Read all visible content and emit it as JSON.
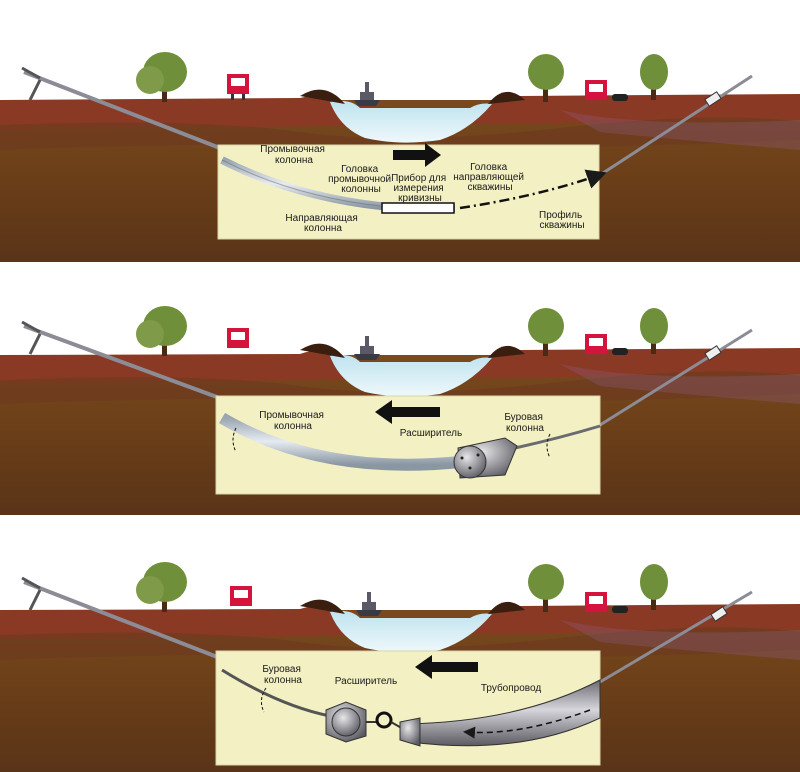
{
  "panels": [
    {
      "id": "pilot",
      "labels": {
        "wash_pipe": [
          "Промывочная",
          "колонна"
        ],
        "wash_head": [
          "Головка",
          "промывочной",
          "колонны"
        ],
        "guide_pipe": [
          "Направляющая",
          "колонна"
        ],
        "survey_tool": [
          "Прибор для",
          "измерения",
          "кривизны"
        ],
        "pilot_head": [
          "Головка",
          "направляющей",
          "скважины"
        ],
        "bore_profile": [
          "Профиль",
          "скважины"
        ]
      }
    },
    {
      "id": "reaming",
      "labels": {
        "wash_pipe": [
          "Промывочная",
          "колонна"
        ],
        "reamer": [
          "Расширитель"
        ],
        "drill_pipe": [
          "Буровая",
          "колонна"
        ]
      }
    },
    {
      "id": "pullback",
      "labels": {
        "drill_pipe": [
          "Буровая",
          "колонна"
        ],
        "reamer": [
          "Расширитель"
        ],
        "pipeline": [
          "Трубопровод"
        ]
      }
    }
  ],
  "colors": {
    "sky": "#ffffff",
    "soil_dark": "#5a3418",
    "soil_mid": "#7a4a1e",
    "soil_top": "#8a3a24",
    "water": "#d9eef5",
    "inset": "#f3f1c4",
    "tree": "#6f8f3a",
    "truck": "#d4143c",
    "pipe": "#c9d2dc"
  }
}
